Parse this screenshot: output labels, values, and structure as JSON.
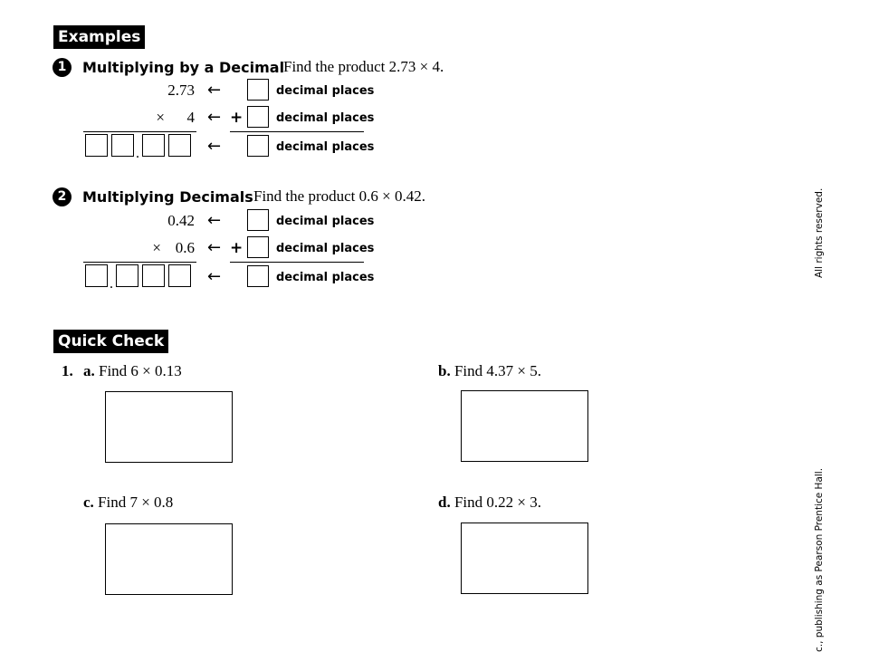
{
  "examples_header": "Examples",
  "example1": {
    "number": "1",
    "title": "Multiplying by a Decimal",
    "prompt": "Find the product 2.73 × 4.",
    "top_value": "2.73",
    "times_sign": "×",
    "bottom_value": "4",
    "arrow": "←",
    "plus": "+",
    "decimal_point": ".",
    "label": "decimal places"
  },
  "example2": {
    "number": "2",
    "title": "Multiplying Decimals",
    "prompt": "Find the product 0.6 × 0.42.",
    "top_value": "0.42",
    "times_sign": "×",
    "bottom_value": "0.6",
    "arrow": "←",
    "plus": "+",
    "decimal_point": ".",
    "label": "decimal places"
  },
  "quick_check_header": "Quick Check",
  "quick_check": {
    "problem_number": "1.",
    "items": [
      {
        "letter": "a.",
        "text": "Find 6 × 0.13"
      },
      {
        "letter": "b.",
        "text": "Find 4.37 × 5."
      },
      {
        "letter": "c.",
        "text": "Find 7 × 0.8"
      },
      {
        "letter": "d.",
        "text": "Find 0.22 × 3."
      }
    ]
  },
  "side_text": {
    "top": "All rights reserved.",
    "bottom": "c., publishing as Pearson Prentice Hall."
  }
}
